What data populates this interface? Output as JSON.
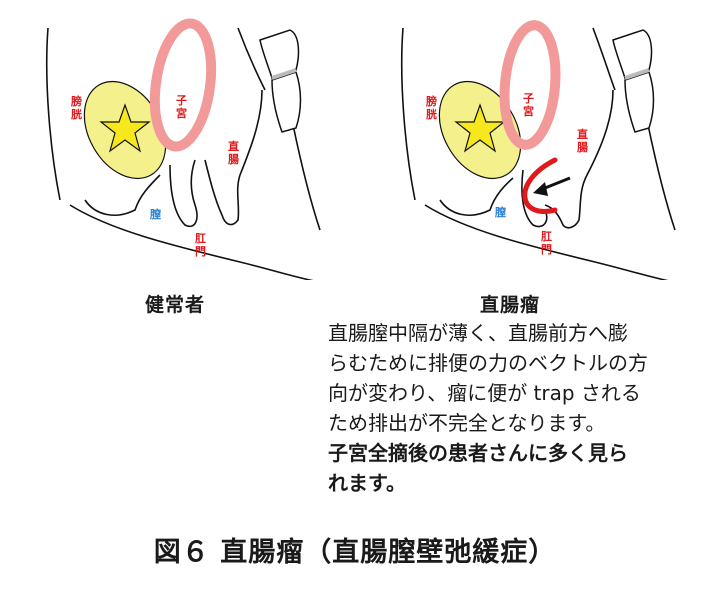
{
  "normal": {
    "caption": "健常者",
    "labels": {
      "bladder": [
        "膀",
        "胱"
      ],
      "uterus": [
        "子",
        "宮"
      ],
      "rectum": [
        "直",
        "腸"
      ],
      "vagina": [
        "膣"
      ],
      "anus": [
        "肛",
        "門"
      ]
    }
  },
  "rectocele": {
    "caption": "直腸瘤",
    "labels": {
      "bladder": [
        "膀",
        "胱"
      ],
      "uterus": [
        "子",
        "宮"
      ],
      "rectum": [
        "直",
        "腸"
      ],
      "vagina": [
        "膣"
      ],
      "anus": [
        "肛",
        "門"
      ]
    }
  },
  "description": {
    "lines": [
      "直腸膣中隔が薄く、直腸前方へ膨",
      "らむために排便の力のベクトルの方",
      "向が変わり、瘤に便が trap される",
      "ため排出が不完全となります。"
    ],
    "bold_lines": [
      "子宮全摘後の患者さんに多く見ら",
      "れます。"
    ]
  },
  "figure_title": "図６ 直腸瘤（直腸膣壁弛緩症）",
  "colors": {
    "uterus": "#f29a9a",
    "bladder": "#f4f08c",
    "star": "#f6e81c",
    "red_label": "#e0191d",
    "blue_label": "#2a7fd6",
    "rectocele_wall": "#e0191d"
  }
}
